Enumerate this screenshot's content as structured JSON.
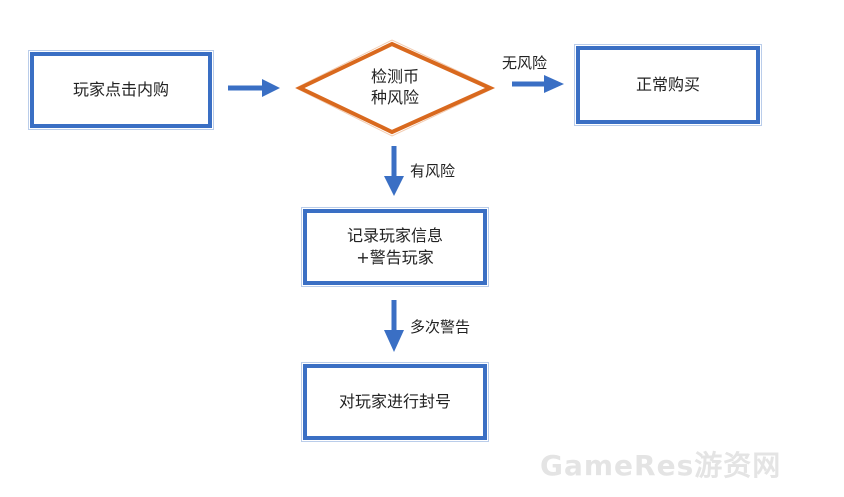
{
  "nodes": {
    "start": "玩家点击内购",
    "check": "检测币\n种风险",
    "normal": "正常购买",
    "record_line1": "记录玩家信息",
    "record_line2": "+警告玩家",
    "ban": "对玩家进行封号"
  },
  "edges": {
    "no_risk": "无风险",
    "has_risk": "有风险",
    "multi_warn": "多次警告"
  },
  "watermark": "GameRes游资网",
  "colors": {
    "box": "#3a6fc4",
    "diamond": "#d9691e"
  }
}
